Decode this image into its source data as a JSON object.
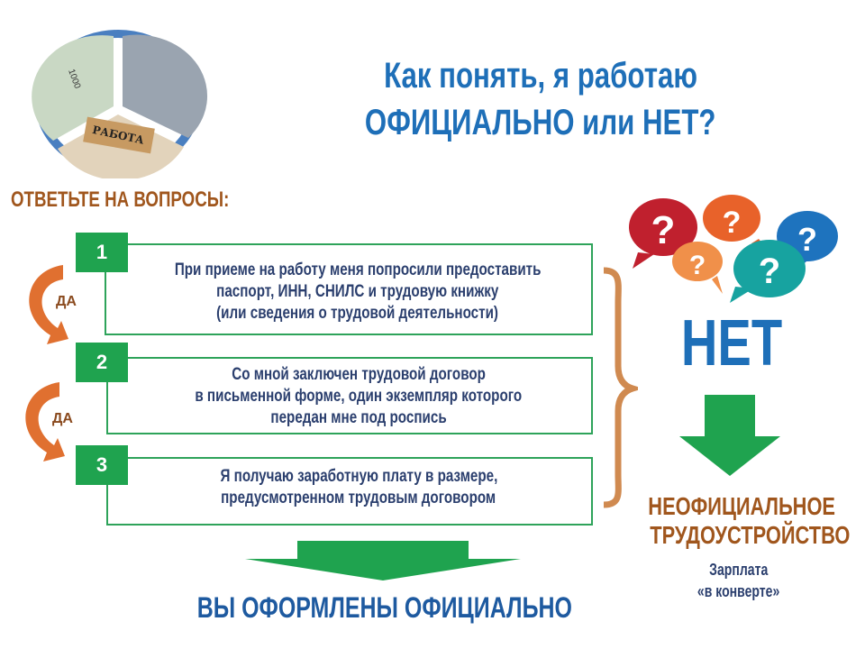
{
  "title": {
    "line1": "Как понять, я работаю",
    "line2": "ОФИЦИАЛЬНО или НЕТ?"
  },
  "logo": {
    "banknote_text": "1000",
    "sign_text": "РАБОТА"
  },
  "prompt": "ОТВЕТЬТЕ НА ВОПРОСЫ:",
  "questions": [
    {
      "number": "1",
      "lines": [
        "При приеме на работу меня попросили предоставить",
        "паспорт, ИНН, СНИЛС и трудовую книжку",
        "(или сведения о трудовой деятельности)"
      ]
    },
    {
      "number": "2",
      "lines": [
        "Со мной заключен трудовой договор",
        "в письменной форме, один экземпляр которого",
        "передан мне под роспись"
      ]
    },
    {
      "number": "3",
      "lines": [
        "Я получаю заработную плату в размере,",
        "предусмотренном трудовым договором"
      ]
    }
  ],
  "yes_labels": [
    "ДА",
    "ДА"
  ],
  "result_yes": "ВЫ ОФОРМЛЕНЫ ОФИЦИАЛЬНО",
  "no": {
    "label": "НЕТ",
    "result_line1": "НЕОФИЦИАЛЬНОЕ",
    "result_line2": "ТРУДОУСТРОЙСТВО",
    "note_line1": "Зарплата",
    "note_line2": "«в конверте»"
  },
  "bubbles": {
    "glyph": "?",
    "colors": [
      "#c0202e",
      "#e8622a",
      "#f0904a",
      "#17a3a0",
      "#1e73be"
    ]
  },
  "colors": {
    "green": "#1fa34f",
    "blue": "#1e6fb8",
    "brown": "#a0561d",
    "navy": "#2b3f6e",
    "orange": "#e07030"
  }
}
